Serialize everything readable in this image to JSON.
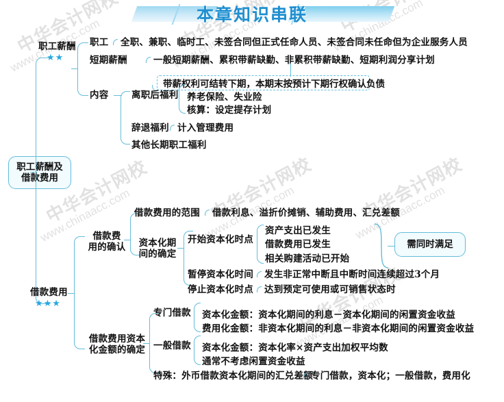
{
  "page": {
    "title": "本章知识串联",
    "accent": "#1f8fd0",
    "line_color": "#63bcda",
    "box_fill": "#f2fbfe",
    "star_color": "#29a8df"
  },
  "watermarks": {
    "cn": "中华会计网校",
    "url": "www.chinaacc.com"
  },
  "root": {
    "label_line1": "职工薪酬及",
    "label_line2": "借款费用"
  },
  "branches": [
    {
      "id": "employee-compensation",
      "label": "职工薪酬",
      "stars": "★★",
      "children": [
        {
          "id": "staff",
          "label": "职工",
          "leaf": "全职、兼职、临时工、未签合同但正式任命人员、未签合同未任命但为企业服务人员"
        },
        {
          "id": "short-term-pay",
          "label": "短期薪酬",
          "leaf": "一般短期薪酬、累积带薪缺勤、非累积带薪缺勤、短期利润分享计划",
          "callout": "带薪权利可结转下期，本期末按预计下期行权确认负债"
        },
        {
          "id": "content",
          "label": "内容",
          "children": [
            {
              "id": "post-employment-benefit",
              "label": "离职后福利",
              "leaves": [
                "养老保险、失业险",
                "核算：设定提存计划"
              ]
            },
            {
              "id": "termination-benefit",
              "label": "辞退福利",
              "leaves": [
                "计入管理费用"
              ]
            },
            {
              "id": "other-long-term-benefit",
              "label": "其他长期职工福利",
              "leaves": []
            }
          ]
        }
      ]
    },
    {
      "id": "borrowing-costs",
      "label": "借款费用",
      "stars": "★★★",
      "children": [
        {
          "id": "recognition",
          "label_line1": "借款费",
          "label_line2": "用的确认",
          "children": [
            {
              "id": "scope",
              "label": "借款费用的范围",
              "leaves": [
                "借款利息、溢折价摊销、辅助费用、汇兑差额"
              ]
            },
            {
              "id": "capitalization-period",
              "label_line1": "资本化期",
              "label_line2": "间的确定",
              "children": [
                {
                  "id": "start-point",
                  "label": "开始资本化时点",
                  "leaves": [
                    "资产支出已发生",
                    "借款费用已发生",
                    "相关购建活动已开始"
                  ],
                  "note": "需同时满足"
                },
                {
                  "id": "suspend-period",
                  "label": "暂停资本化时间",
                  "leaves": [
                    "发生非正常中断且中断时间连续超过3个月"
                  ]
                },
                {
                  "id": "stop-point",
                  "label": "停止资本化时点",
                  "leaves": [
                    "达到预定可使用或可销售状态时"
                  ]
                }
              ]
            }
          ]
        },
        {
          "id": "capitalized-amount",
          "label_line1": "借款费用资本",
          "label_line2": "化金额的确定",
          "children": [
            {
              "id": "special-borrowing",
              "label": "专门借款",
              "leaves": [
                "资本化金额：资本化期间的利息－资本化期间的闲置资金收益",
                "费用化金额：非资本化期间的利息－非资本化期间的闲置资金收益"
              ]
            },
            {
              "id": "general-borrowing",
              "label": "一般借款",
              "leaves": [
                "资本化金额：资本化率×资产支出加权平均数",
                "通常不考虑闲置资金收益"
              ]
            },
            {
              "id": "special-case",
              "label": "特殊：外币借款资本化期间的汇兑差额",
              "leaves": [
                "专门借款，资本化；一般借款，费用化"
              ]
            }
          ]
        }
      ]
    }
  ]
}
